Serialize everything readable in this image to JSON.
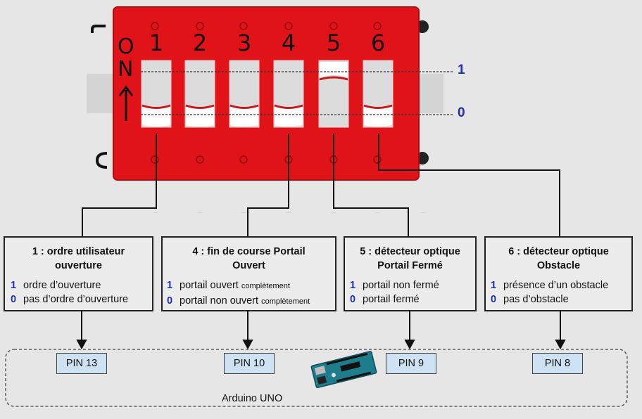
{
  "dip_switch": {
    "on_label": "ON",
    "switch_numbers": [
      "1",
      "2",
      "3",
      "4",
      "5",
      "6"
    ],
    "switch_states": [
      "0",
      "0",
      "0",
      "0",
      "1",
      "0"
    ],
    "level_high": "1",
    "level_low": "0"
  },
  "descriptions": [
    {
      "title_line1": "1 : ordre utilisateur",
      "title_line2": "ouverture",
      "rows": [
        {
          "bit": "1",
          "text": "ordre d’ouverture",
          "small": ""
        },
        {
          "bit": "0",
          "text": "pas d’ordre d’ouverture",
          "small": ""
        }
      ],
      "pin": "PIN 13"
    },
    {
      "title_line1": "4 : fin de course Portail",
      "title_line2": "Ouvert",
      "rows": [
        {
          "bit": "1",
          "text": "portail ouvert ",
          "small": "complètement"
        },
        {
          "bit": "0",
          "text": "portail non ouvert ",
          "small": "complètement"
        }
      ],
      "pin": "PIN 10"
    },
    {
      "title_line1": "5 : détecteur optique",
      "title_line2": "Portail Fermé",
      "rows": [
        {
          "bit": "1",
          "text": "portail non fermé",
          "small": ""
        },
        {
          "bit": "0",
          "text": "portail fermé",
          "small": ""
        }
      ],
      "pin": "PIN 9"
    },
    {
      "title_line1": "6 : détecteur optique",
      "title_line2": "Obstacle",
      "rows": [
        {
          "bit": "1",
          "text": "présence d’un obstacle",
          "small": ""
        },
        {
          "bit": "0",
          "text": "pas d’obstacle",
          "small": ""
        }
      ],
      "pin": "PIN 8"
    }
  ],
  "arduino": {
    "label": "Arduino UNO"
  },
  "colors": {
    "switch_body": "#e01418",
    "switch_border": "#b00e12",
    "bit_label": "#1f2fb4",
    "pin_fill": "#cfe2f3"
  }
}
